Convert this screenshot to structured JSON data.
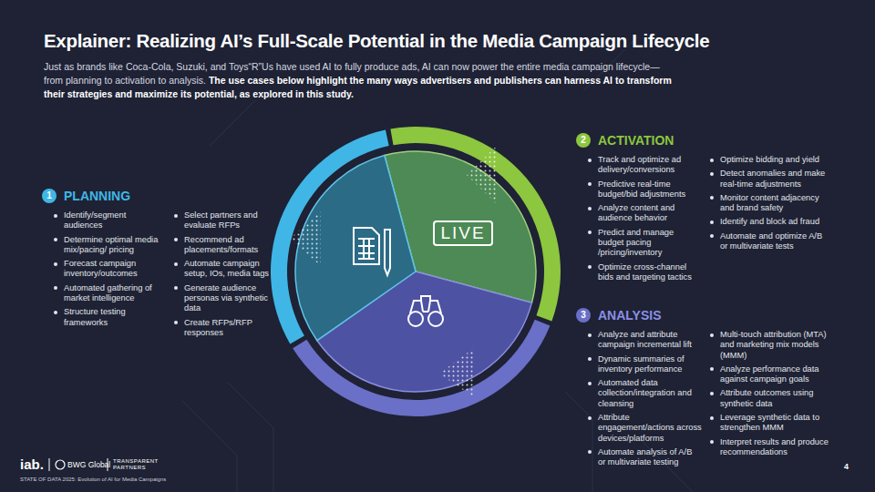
{
  "diagram": {
    "title": "Explainer: Realizing AI’s Full-Scale Potential in the Media Campaign Lifecycle",
    "nodes": [
      {
        "text": [
          "1"
        ]
      },
      {
        "text": [
          "2"
        ]
      },
      {
        "text": [
          "3"
        ]
      },
      {
        "text": [
          "LIVE"
        ]
      }
    ],
    "labels": [
      "Just as brands like Coca-Cola, Suzuki, and Toys“R”Us have used AI to fully produce ads, AI can now power the entire media campaign lifecycle—from planning to activation to analysis.",
      "The use cases below highlight the many ways advertisers and publishers can harness AI to transform their strategies and maximize its potential, as explored in this study.",
      "PLANNING",
      "Identify/segment audiences",
      "Determine optimal media mix/pacing/ pricing",
      "Forecast campaign inventory/outcomes",
      "Automated gathering of market intelligence",
      "Structure testing frameworks",
      "Select partners and evaluate RFPs",
      "Recommend ad placements/formats",
      "Automate campaign setup, IOs, media tags",
      "Generate audience personas via synthetic data",
      "Create RFPs/RFP responses",
      "ACTIVATION",
      "Track and optimize ad delivery/conversions",
      "Predictive real-time budget/bid adjustments",
      "Analyze content and audience behavior",
      "Predict and manage budget pacing /pricing/inventory",
      "Optimize cross-channel bids and targeting tactics",
      "Optimize bidding and yield",
      "Detect anomalies and make real-time adjustments",
      "Monitor content adjacency and brand safety",
      "Identify and block ad fraud",
      "Automate and optimize A/B or multivariate tests",
      "ANALYSIS",
      "Analyze and attribute campaign incremental lift",
      "Dynamic summaries of inventory performance",
      "Automated data collection/integration and cleansing",
      "Attribute engagement/actions across devices/platforms",
      "Automate analysis of A/B or multivariate testing",
      "Multi-touch attribution (MTA) and marketing mix models (MMM)",
      "Analyze performance data against campaign goals",
      "Attribute outcomes using synthetic data",
      "Leverage synthetic data to strengthen MMM",
      "Interpret results and produce recommendations",
      "iab.",
      "BWG Global",
      "TRANSPARENT PARTNERS",
      "STATE OF DATA 2025: Evolution of AI for Media Campaigns",
      "4"
    ]
  }
}
